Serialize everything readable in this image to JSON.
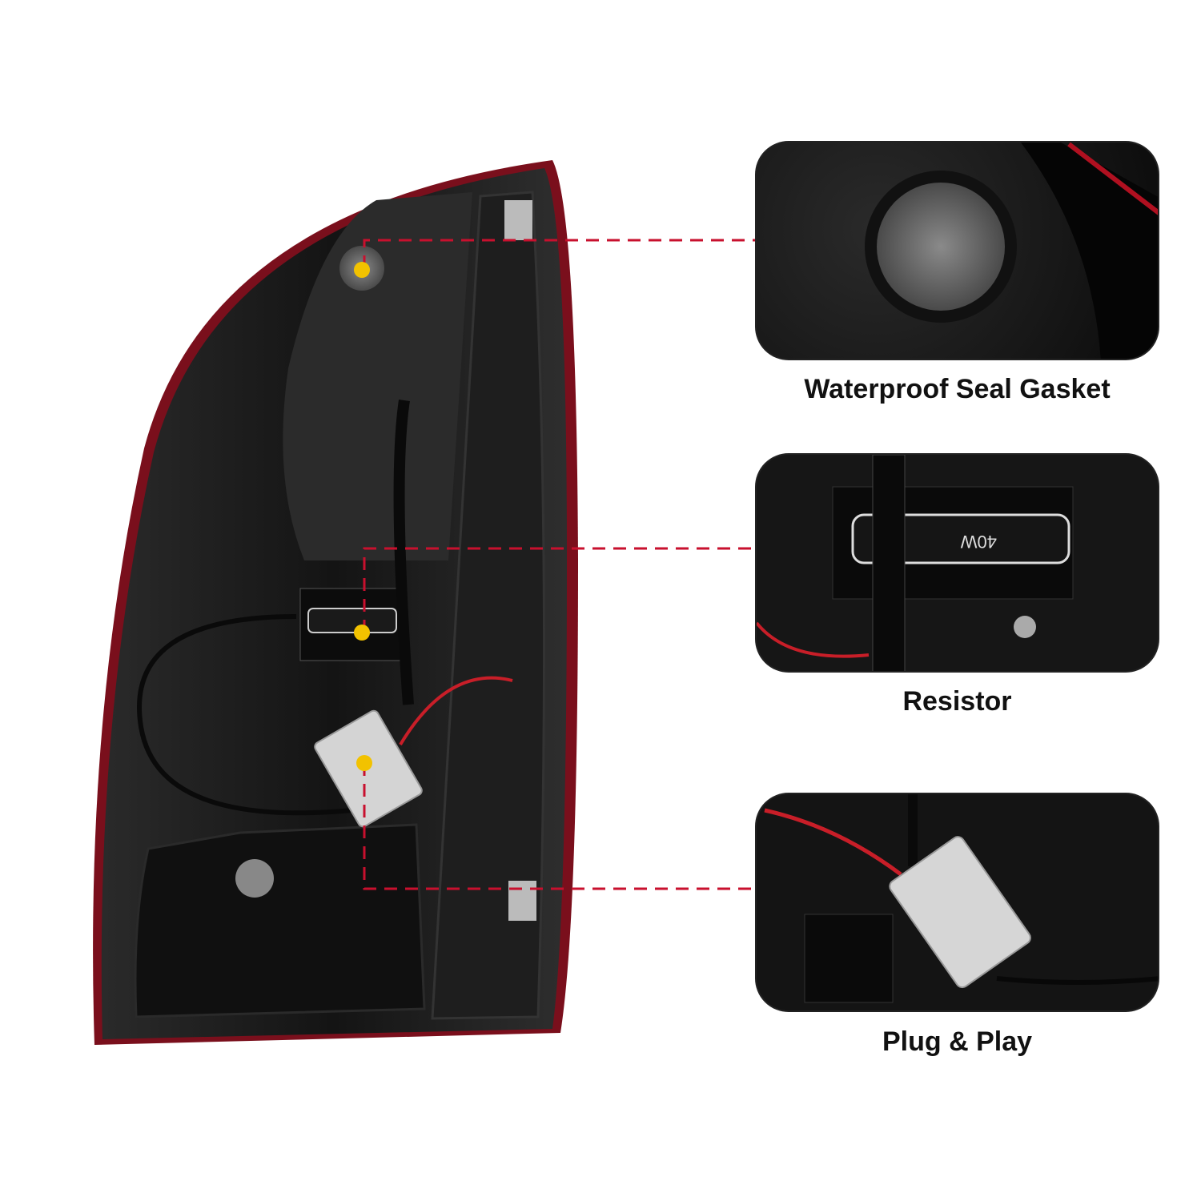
{
  "callouts": [
    {
      "label": "Waterproof Seal Gasket",
      "image": "seal-gasket-closeup"
    },
    {
      "label": "Resistor",
      "image": "resistor-closeup"
    },
    {
      "label": "Plug & Play",
      "image": "connector-closeup"
    }
  ],
  "product": {
    "name": "tail-light-rear-housing",
    "resistor_marking": "40W"
  },
  "colors": {
    "callout_line": "#c8102e",
    "marker_dot": "#f2c200",
    "housing": "#1a1a1a",
    "lens_edge": "#8a1020"
  }
}
